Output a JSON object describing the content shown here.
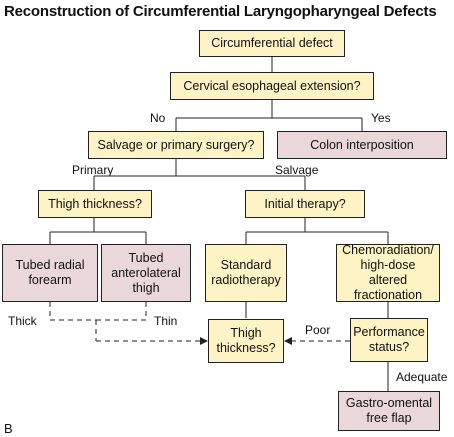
{
  "title": "Reconstruction of Circumferential Laryngopharyngeal Defects",
  "panel_label": "B",
  "nodes": {
    "circumferential_defect": "Circumferential defect",
    "cervical_extension": "Cervical esophageal extension?",
    "salvage_or_primary": "Salvage or primary surgery?",
    "colon_interposition": "Colon interposition",
    "thigh_thickness_top": "Thigh thickness?",
    "initial_therapy": "Initial therapy?",
    "tubed_radial_forearm": "Tubed radial forearm",
    "tubed_anterolateral_thigh": "Tubed anterolateral thigh",
    "standard_radiotherapy": "Standard radiotherapy",
    "chemoradiation": "Chemoradiation/ high-dose altered fractionation",
    "thigh_thickness_bottom": "Thigh thickness?",
    "performance_status": "Performance status?",
    "gastro_omental": "Gastro-omental free flap"
  },
  "edge_labels": {
    "no": "No",
    "yes": "Yes",
    "primary": "Primary",
    "salvage": "Salvage",
    "thick": "Thick",
    "thin": "Thin",
    "poor": "Poor",
    "adequate": "Adequate"
  }
}
